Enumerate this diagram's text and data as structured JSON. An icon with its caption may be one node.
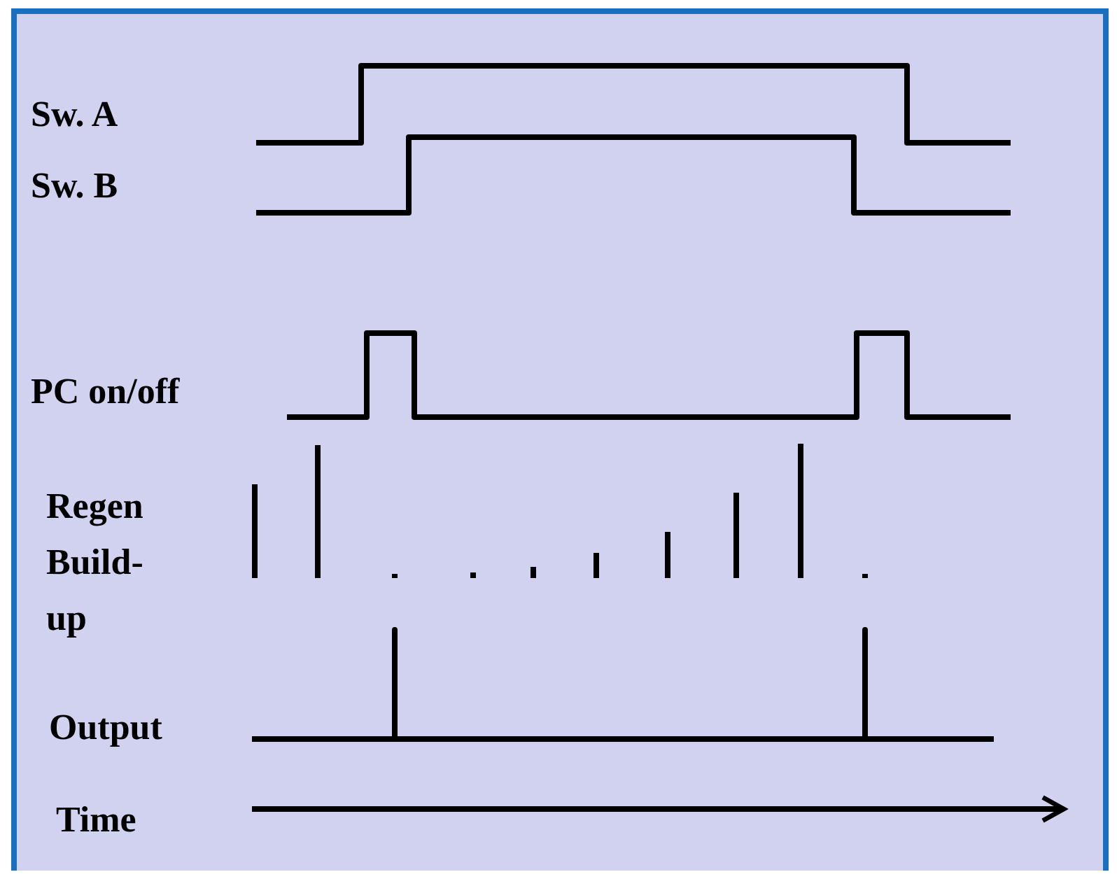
{
  "diagram": {
    "labels": [
      "Sw. A",
      "Sw. B",
      "PC on/off",
      "Regen Build-up",
      "Output",
      "Time"
    ]
  }
}
